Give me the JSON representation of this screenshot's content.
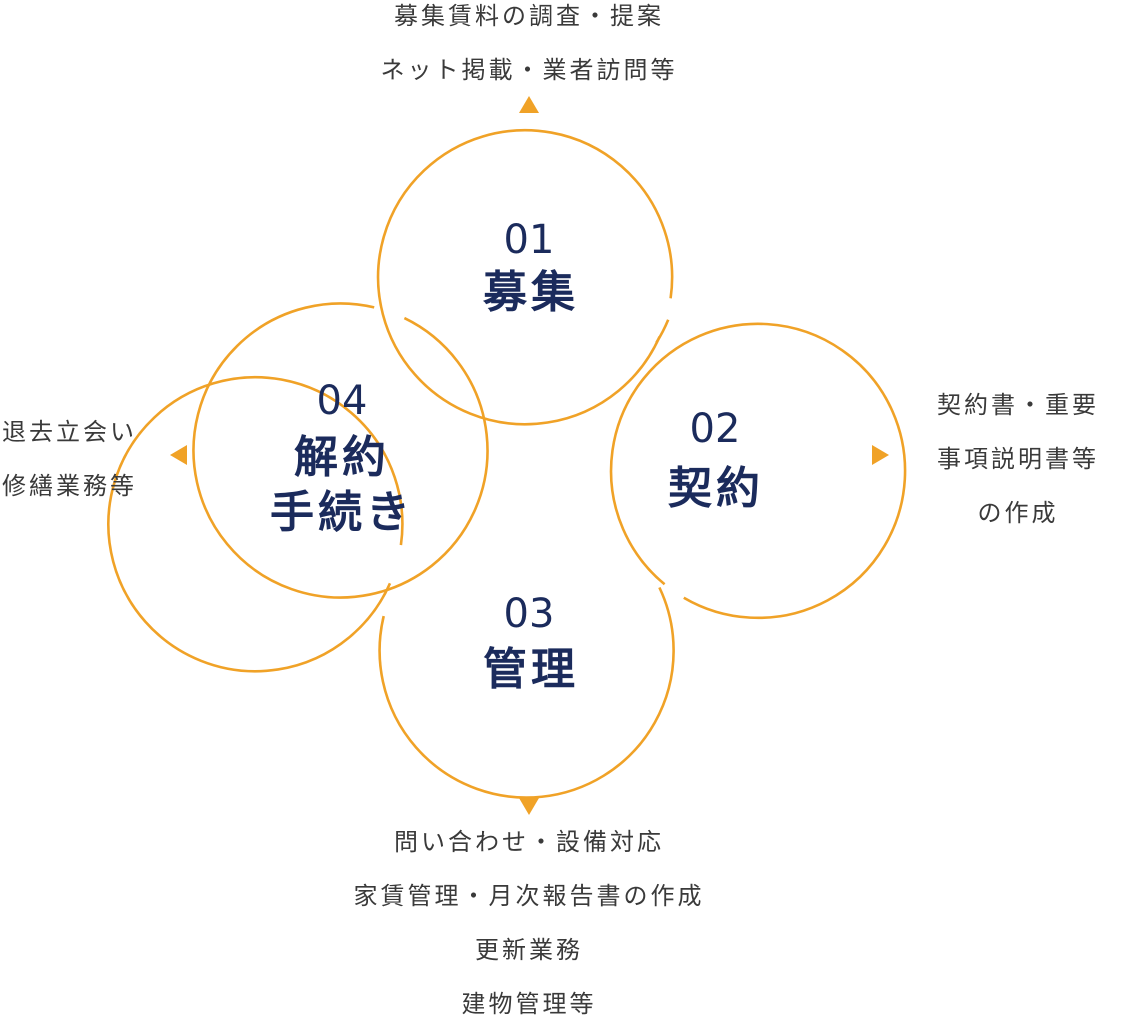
{
  "accent_color": "#f0a227",
  "text_color": "#1b2b5c",
  "steps": {
    "recruit": {
      "number": "01",
      "title": "募集",
      "description": [
        "募集賃料の調査・提案",
        "ネット掲載・業者訪問等"
      ]
    },
    "contract": {
      "number": "02",
      "title": "契約",
      "description": [
        "契約書・重要",
        "事項説明書等",
        "の作成"
      ]
    },
    "management": {
      "number": "03",
      "title": "管理",
      "description": [
        "問い合わせ・設備対応",
        "家賃管理・月次報告書の作成",
        "更新業務",
        "建物管理等"
      ]
    },
    "cancellation": {
      "number": "04",
      "title_lines": [
        "解約",
        "手続き"
      ],
      "description": [
        "退去立会い",
        "修繕業務等"
      ]
    }
  }
}
